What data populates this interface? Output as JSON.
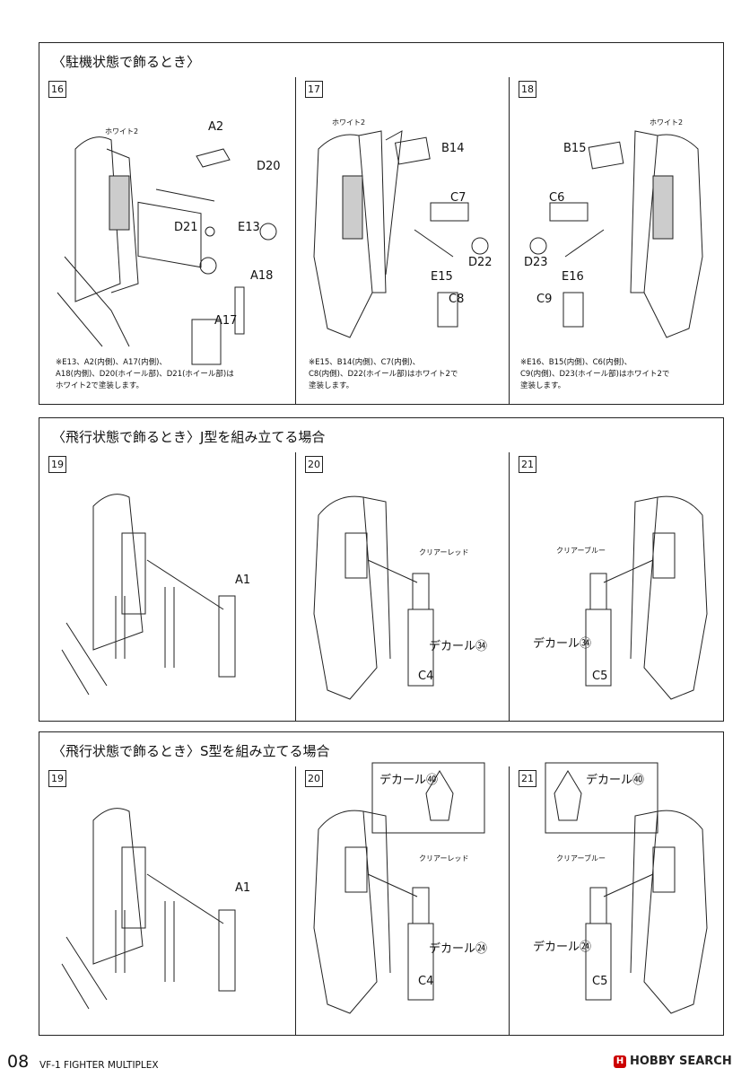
{
  "sections": [
    {
      "title": "〈駐機状態で飾るとき〉",
      "steps": [
        {
          "num": "16",
          "paint_label": "ホワイト2",
          "parts": [
            "A2",
            "D20",
            "E13",
            "D21",
            "A18",
            "A17"
          ],
          "note": "※E13、A2(内側)、A17(内側)、\nA18(内側)、D20(ホイール部)、D21(ホイール部)は\nホワイト2で塗装します。"
        },
        {
          "num": "17",
          "paint_label": "ホワイト2",
          "parts": [
            "B14",
            "C7",
            "D22",
            "E15",
            "C8"
          ],
          "note": "※E15、B14(内側)、C7(内側)、\nC8(内側)、D22(ホイール部)はホワイト2で\n塗装します。"
        },
        {
          "num": "18",
          "paint_label": "ホワイト2",
          "parts": [
            "B15",
            "C6",
            "D23",
            "E16",
            "C9"
          ],
          "note": "※E16、B15(内側)、C6(内側)、\nC9(内側)、D23(ホイール部)はホワイト2で\n塗装します。"
        }
      ]
    },
    {
      "title": "〈飛行状態で飾るとき〉J型を組み立てる場合",
      "steps": [
        {
          "num": "19",
          "parts": [
            "A1"
          ]
        },
        {
          "num": "20",
          "color_label": "クリアーレッド",
          "decal": "デカール㉞",
          "parts": [
            "C4"
          ]
        },
        {
          "num": "21",
          "color_label": "クリアーブルー",
          "decal": "デカール㉞",
          "parts": [
            "C5"
          ]
        }
      ]
    },
    {
      "title": "〈飛行状態で飾るとき〉S型を組み立てる場合",
      "steps": [
        {
          "num": "19",
          "parts": [
            "A1"
          ]
        },
        {
          "num": "20",
          "color_label": "クリアーレッド",
          "decal": "デカール㉔",
          "decal_top": "デカール㊵",
          "parts": [
            "C4"
          ]
        },
        {
          "num": "21",
          "color_label": "クリアーブルー",
          "decal": "デカール㉔",
          "decal_top": "デカール㊵",
          "parts": [
            "C5"
          ]
        }
      ]
    }
  ],
  "footer": {
    "page": "08",
    "title": "VF-1 FIGHTER MULTIPLEX",
    "brand": "HOBBY SEARCH"
  }
}
